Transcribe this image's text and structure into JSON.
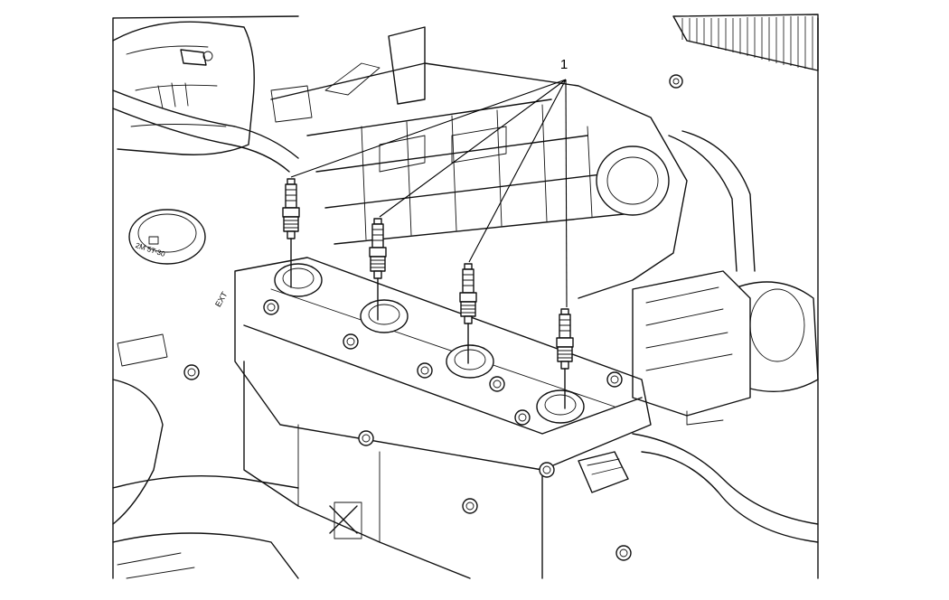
{
  "callout": {
    "number": "1"
  },
  "engine_labels": {
    "cap_code": "2M 5T-30",
    "exhaust_mark": "EXT"
  }
}
